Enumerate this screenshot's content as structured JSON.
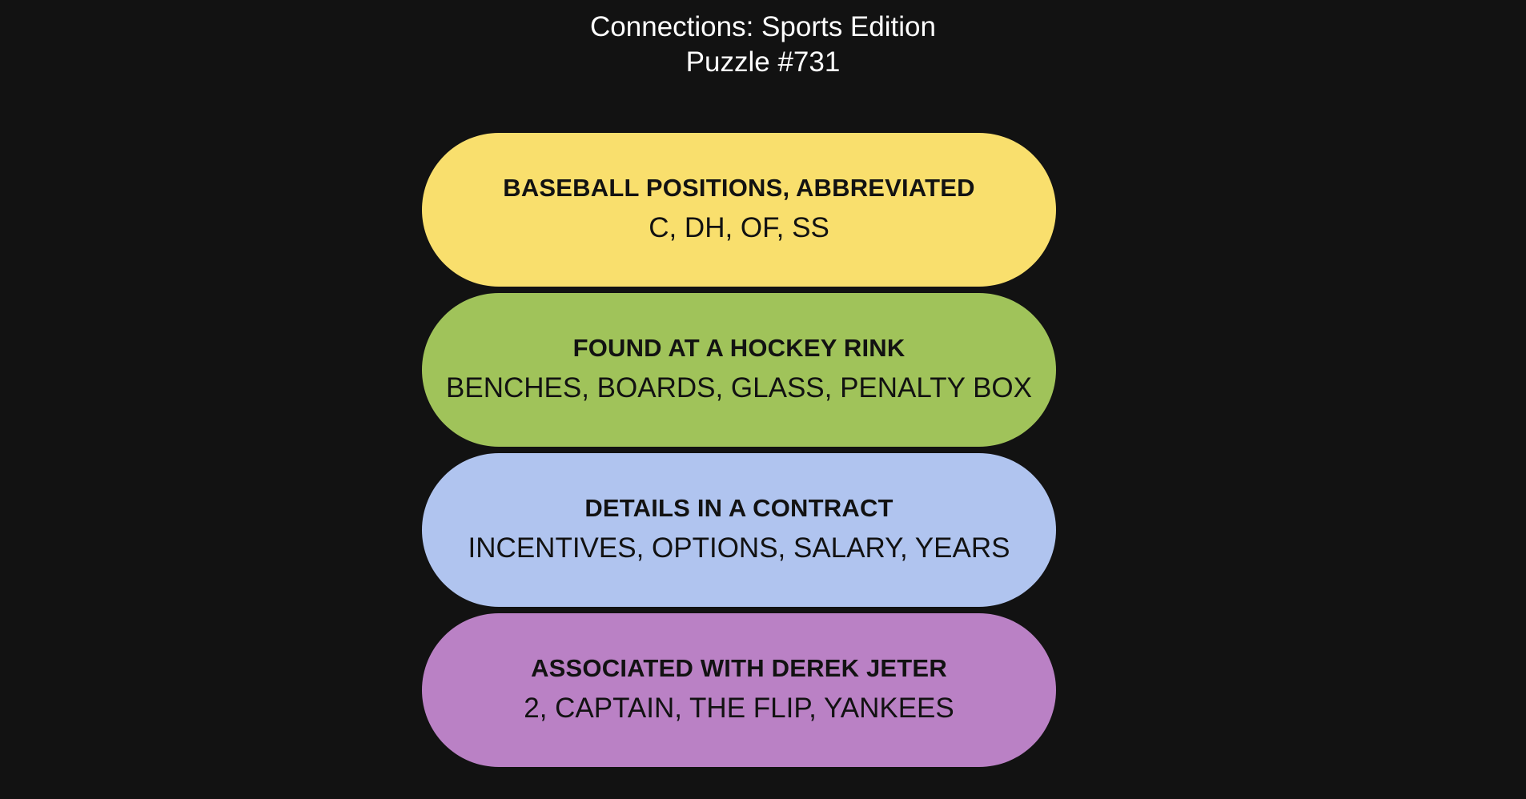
{
  "header": {
    "title": "Connections: Sports Edition",
    "puzzle": "Puzzle #731"
  },
  "groups": [
    {
      "title": "BASEBALL POSITIONS, ABBREVIATED",
      "members": "C, DH, OF, SS",
      "color": "#f9df6d"
    },
    {
      "title": "FOUND AT A HOCKEY RINK",
      "members": "BENCHES, BOARDS, GLASS, PENALTY BOX",
      "color": "#a0c35a"
    },
    {
      "title": "DETAILS IN A CONTRACT",
      "members": "INCENTIVES, OPTIONS, SALARY, YEARS",
      "color": "#b0c4ef"
    },
    {
      "title": "ASSOCIATED WITH DEREK JETER",
      "members": "2, CAPTAIN, THE FLIP, YANKEES",
      "color": "#ba81c5"
    }
  ]
}
